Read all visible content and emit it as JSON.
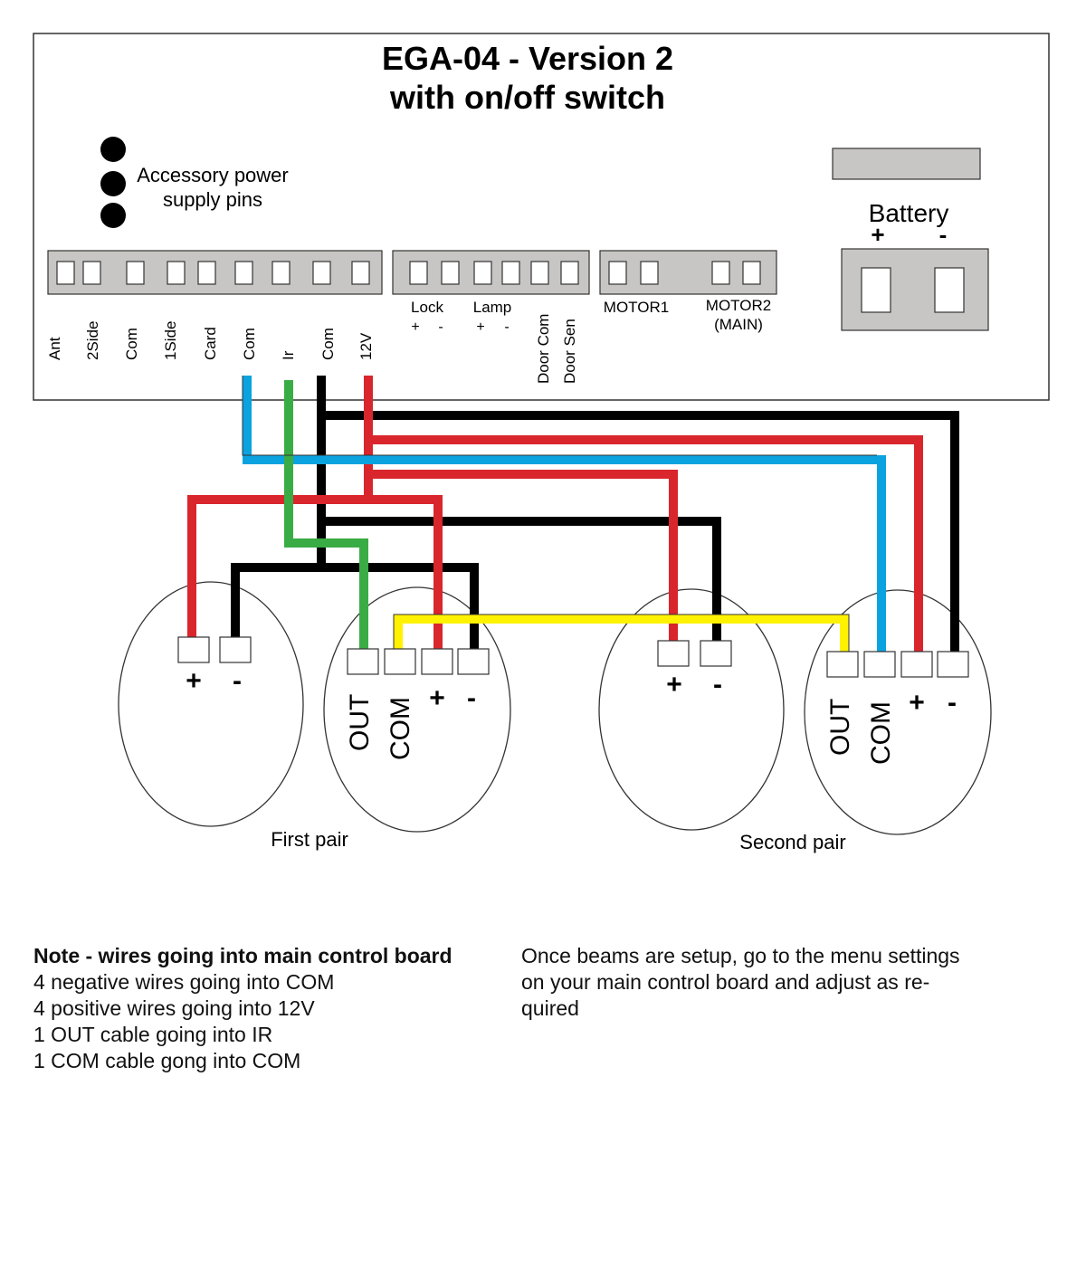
{
  "board": {
    "title_line1": "EGA-04 - Version 2",
    "title_line2": "with on/off switch",
    "accessory_label_line1": "Accessory power",
    "accessory_label_line2": "supply pins",
    "battery_label": "Battery",
    "battery_plus": "+",
    "battery_minus": "-",
    "terminals_a": [
      "Ant",
      "2Side",
      "Com",
      "1Side",
      "Card",
      "Com",
      "Ir",
      "Com",
      "12V"
    ],
    "lock_label": "Lock",
    "lamp_label": "Lamp",
    "lock_plus": "+",
    "lock_minus": "-",
    "lamp_plus": "+",
    "lamp_minus": "-",
    "door_com": "Door Com",
    "door_sen": "Door Sen",
    "motor1": "MOTOR1",
    "motor2_line1": "MOTOR2",
    "motor2_line2": "(MAIN)"
  },
  "sensors": {
    "plus": "+",
    "minus": "-",
    "out": "OUT",
    "com": "COM",
    "first_pair": "First pair",
    "second_pair": "Second pair"
  },
  "notes": {
    "left_title": "Note - wires going into main control board",
    "left_lines": [
      "4 negative wires going into COM",
      "4 positive wires going into 12V",
      "1 OUT cable going into IR",
      "1 COM cable gong into COM"
    ],
    "right_lines": [
      "Once beams are setup, go to the menu settings",
      "on your main control board and adjust as re-",
      "quired"
    ]
  },
  "colors": {
    "wire_red": "#d9262c",
    "wire_black": "#000000",
    "wire_blue": "#0aa3e0",
    "wire_green": "#3aac45",
    "wire_yellow": "#fff200",
    "panel_gray": "#c8c6c4"
  }
}
